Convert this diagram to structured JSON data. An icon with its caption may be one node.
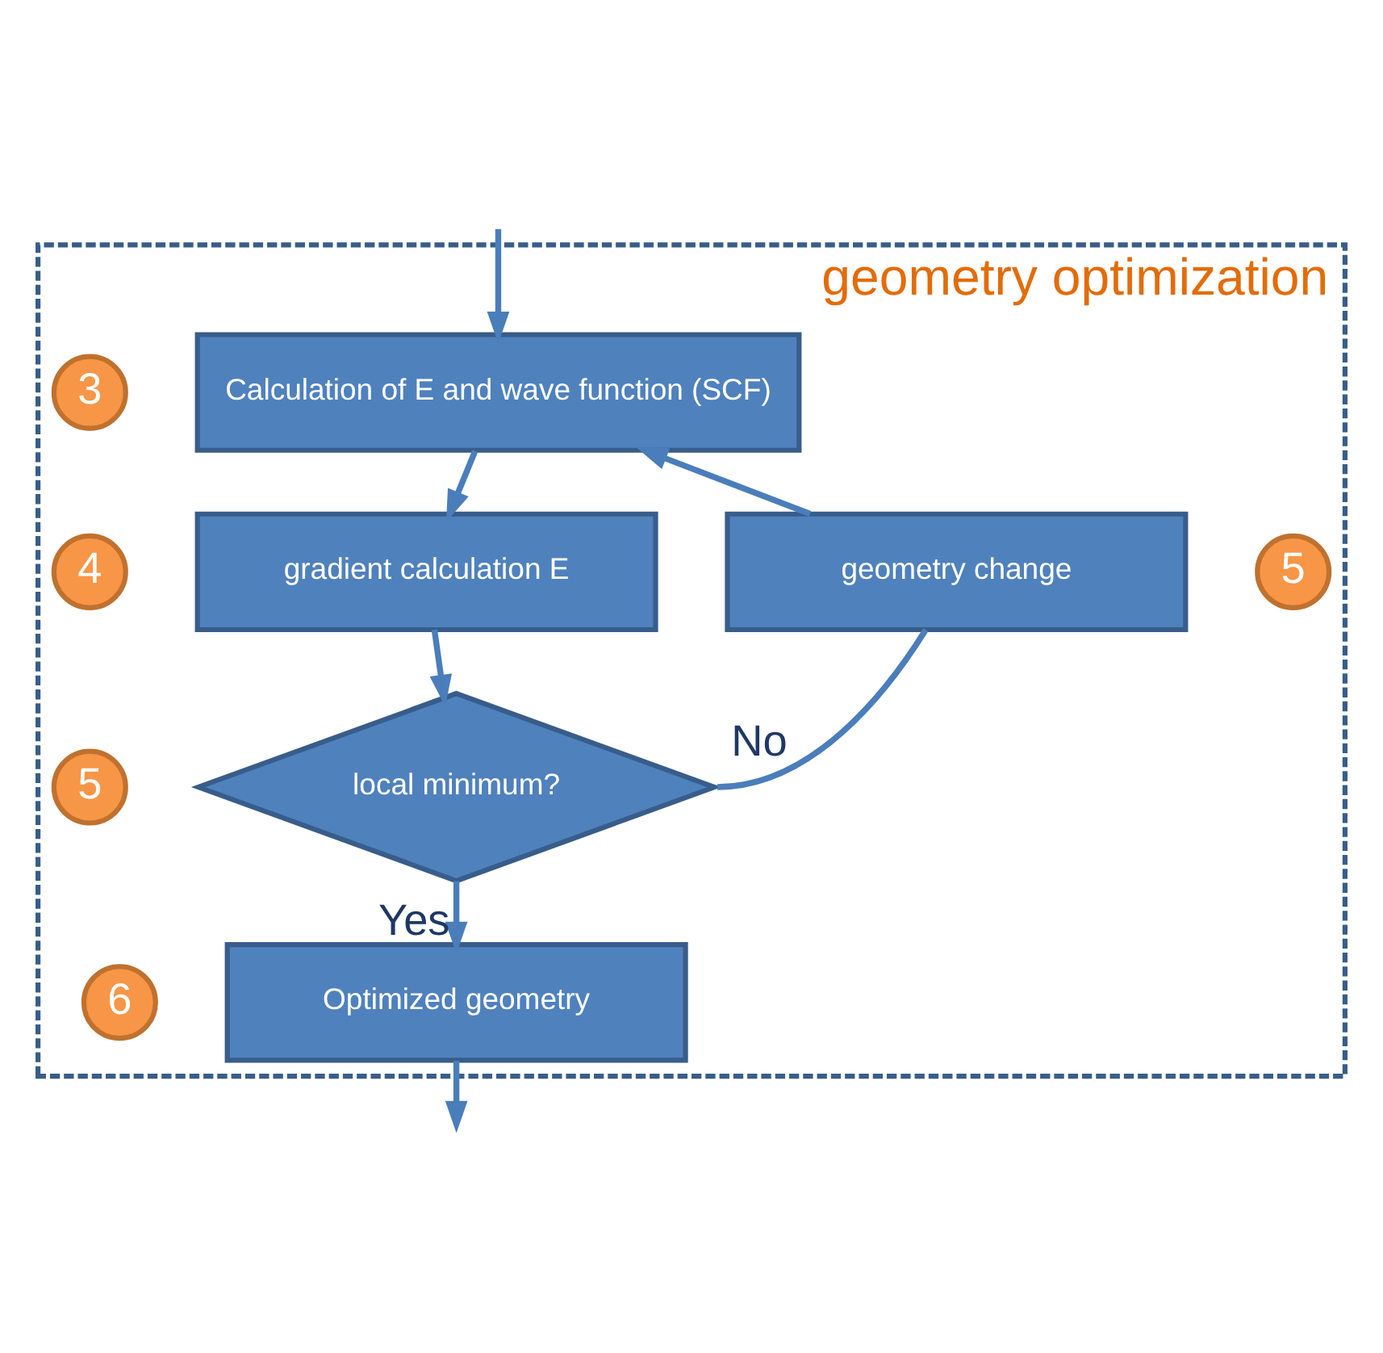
{
  "diagram": {
    "nodes": [
      {
        "text": [
          "geometry optimization"
        ]
      },
      {
        "text": [
          "3"
        ],
        "in": 0
      },
      {
        "text": [
          "Calculation of E and wave function (SCF)"
        ],
        "in": 0
      },
      {
        "text": [
          "4"
        ],
        "in": 0
      },
      {
        "text": [
          "gradient calculation E"
        ],
        "in": 0
      },
      {
        "text": [
          "5"
        ],
        "in": 0
      },
      {
        "text": [
          "geometry change"
        ],
        "in": 0
      },
      {
        "text": [
          "5"
        ],
        "in": 0
      },
      {
        "text": [
          "local minimum?"
        ],
        "in": 0
      },
      {
        "text": [
          "6"
        ],
        "in": 0
      },
      {
        "text": [
          "Optimized geometry"
        ],
        "in": 0
      }
    ],
    "edges": [
      {
        "from": null,
        "to": 2,
        "arrow": "to"
      },
      {
        "from": 2,
        "to": 4,
        "arrow": "to"
      },
      {
        "from": 4,
        "to": 8,
        "arrow": "to"
      },
      {
        "from": 8,
        "to": 10,
        "label": "Yes",
        "arrow": "to"
      },
      {
        "from": 8,
        "to": 6,
        "label": "No",
        "arrow": "none"
      },
      {
        "from": 6,
        "to": 2,
        "arrow": "to"
      },
      {
        "from": 10,
        "to": null,
        "arrow": "to"
      }
    ]
  }
}
